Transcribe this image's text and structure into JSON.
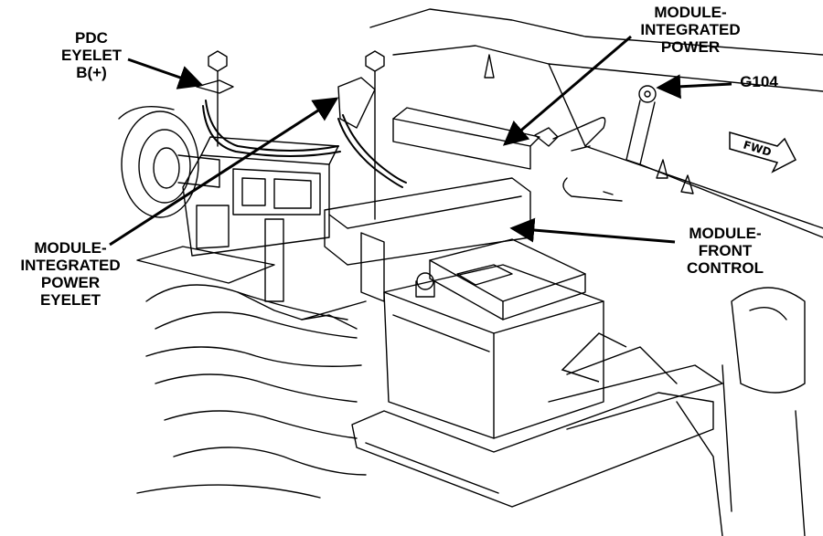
{
  "callouts": {
    "pdc_eyelet": {
      "lines": [
        "PDC",
        "EYELET",
        "B(+)"
      ]
    },
    "module_integrated_power": {
      "lines": [
        "MODULE-",
        "INTEGRATED",
        "POWER"
      ]
    },
    "ground": {
      "lines": [
        "G104"
      ]
    },
    "module_front_control": {
      "lines": [
        "MODULE-",
        "FRONT",
        "CONTROL"
      ]
    },
    "module_integrated_power_eyelet": {
      "lines": [
        "MODULE-",
        "INTEGRATED",
        "POWER",
        "EYELET"
      ]
    }
  },
  "direction_marker": {
    "text": "FWD"
  }
}
